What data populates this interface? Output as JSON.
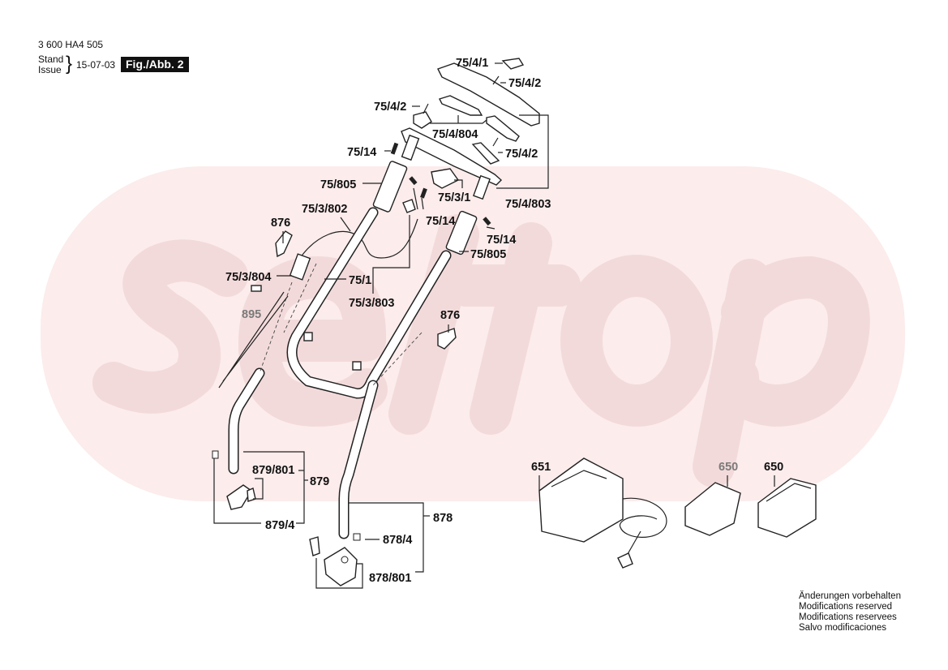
{
  "header": {
    "doc_number": "3 600 HA4 505",
    "stand": "Stand",
    "issue": "Issue",
    "date": "15-07-03",
    "figure": "Fig./Abb. 2"
  },
  "watermark": {
    "text": "seltop",
    "color": "#f6dcdc"
  },
  "labels": {
    "l_75_4_1": "75/4/1",
    "l_75_4_2_a": "75/4/2",
    "l_75_4_2_b": "75/4/2",
    "l_75_4_804": "75/4/804",
    "l_75_4_2_c": "75/4/2",
    "l_75_14_a": "75/14",
    "l_75_805_a": "75/805",
    "l_75_3_1": "75/3/1",
    "l_75_4_803": "75/4/803",
    "l_75_3_802": "75/3/802",
    "l_75_14_b": "75/14",
    "l_876_a": "876",
    "l_75_14_c": "75/14",
    "l_75_805_b": "75/805",
    "l_75_3_804": "75/3/804",
    "l_75_1": "75/1",
    "l_895": "895",
    "l_75_3_803": "75/3/803",
    "l_876_b": "876",
    "l_651": "651",
    "l_650_a": "650",
    "l_650_b": "650",
    "l_879_801": "879/801",
    "l_879": "879",
    "l_879_4": "879/4",
    "l_878": "878",
    "l_878_4": "878/4",
    "l_878_801": "878/801"
  },
  "footer": {
    "de": "Änderungen vorbehalten",
    "en": "Modifications reserved",
    "fr": "Modifications reservees",
    "es": "Salvo modificaciones"
  }
}
